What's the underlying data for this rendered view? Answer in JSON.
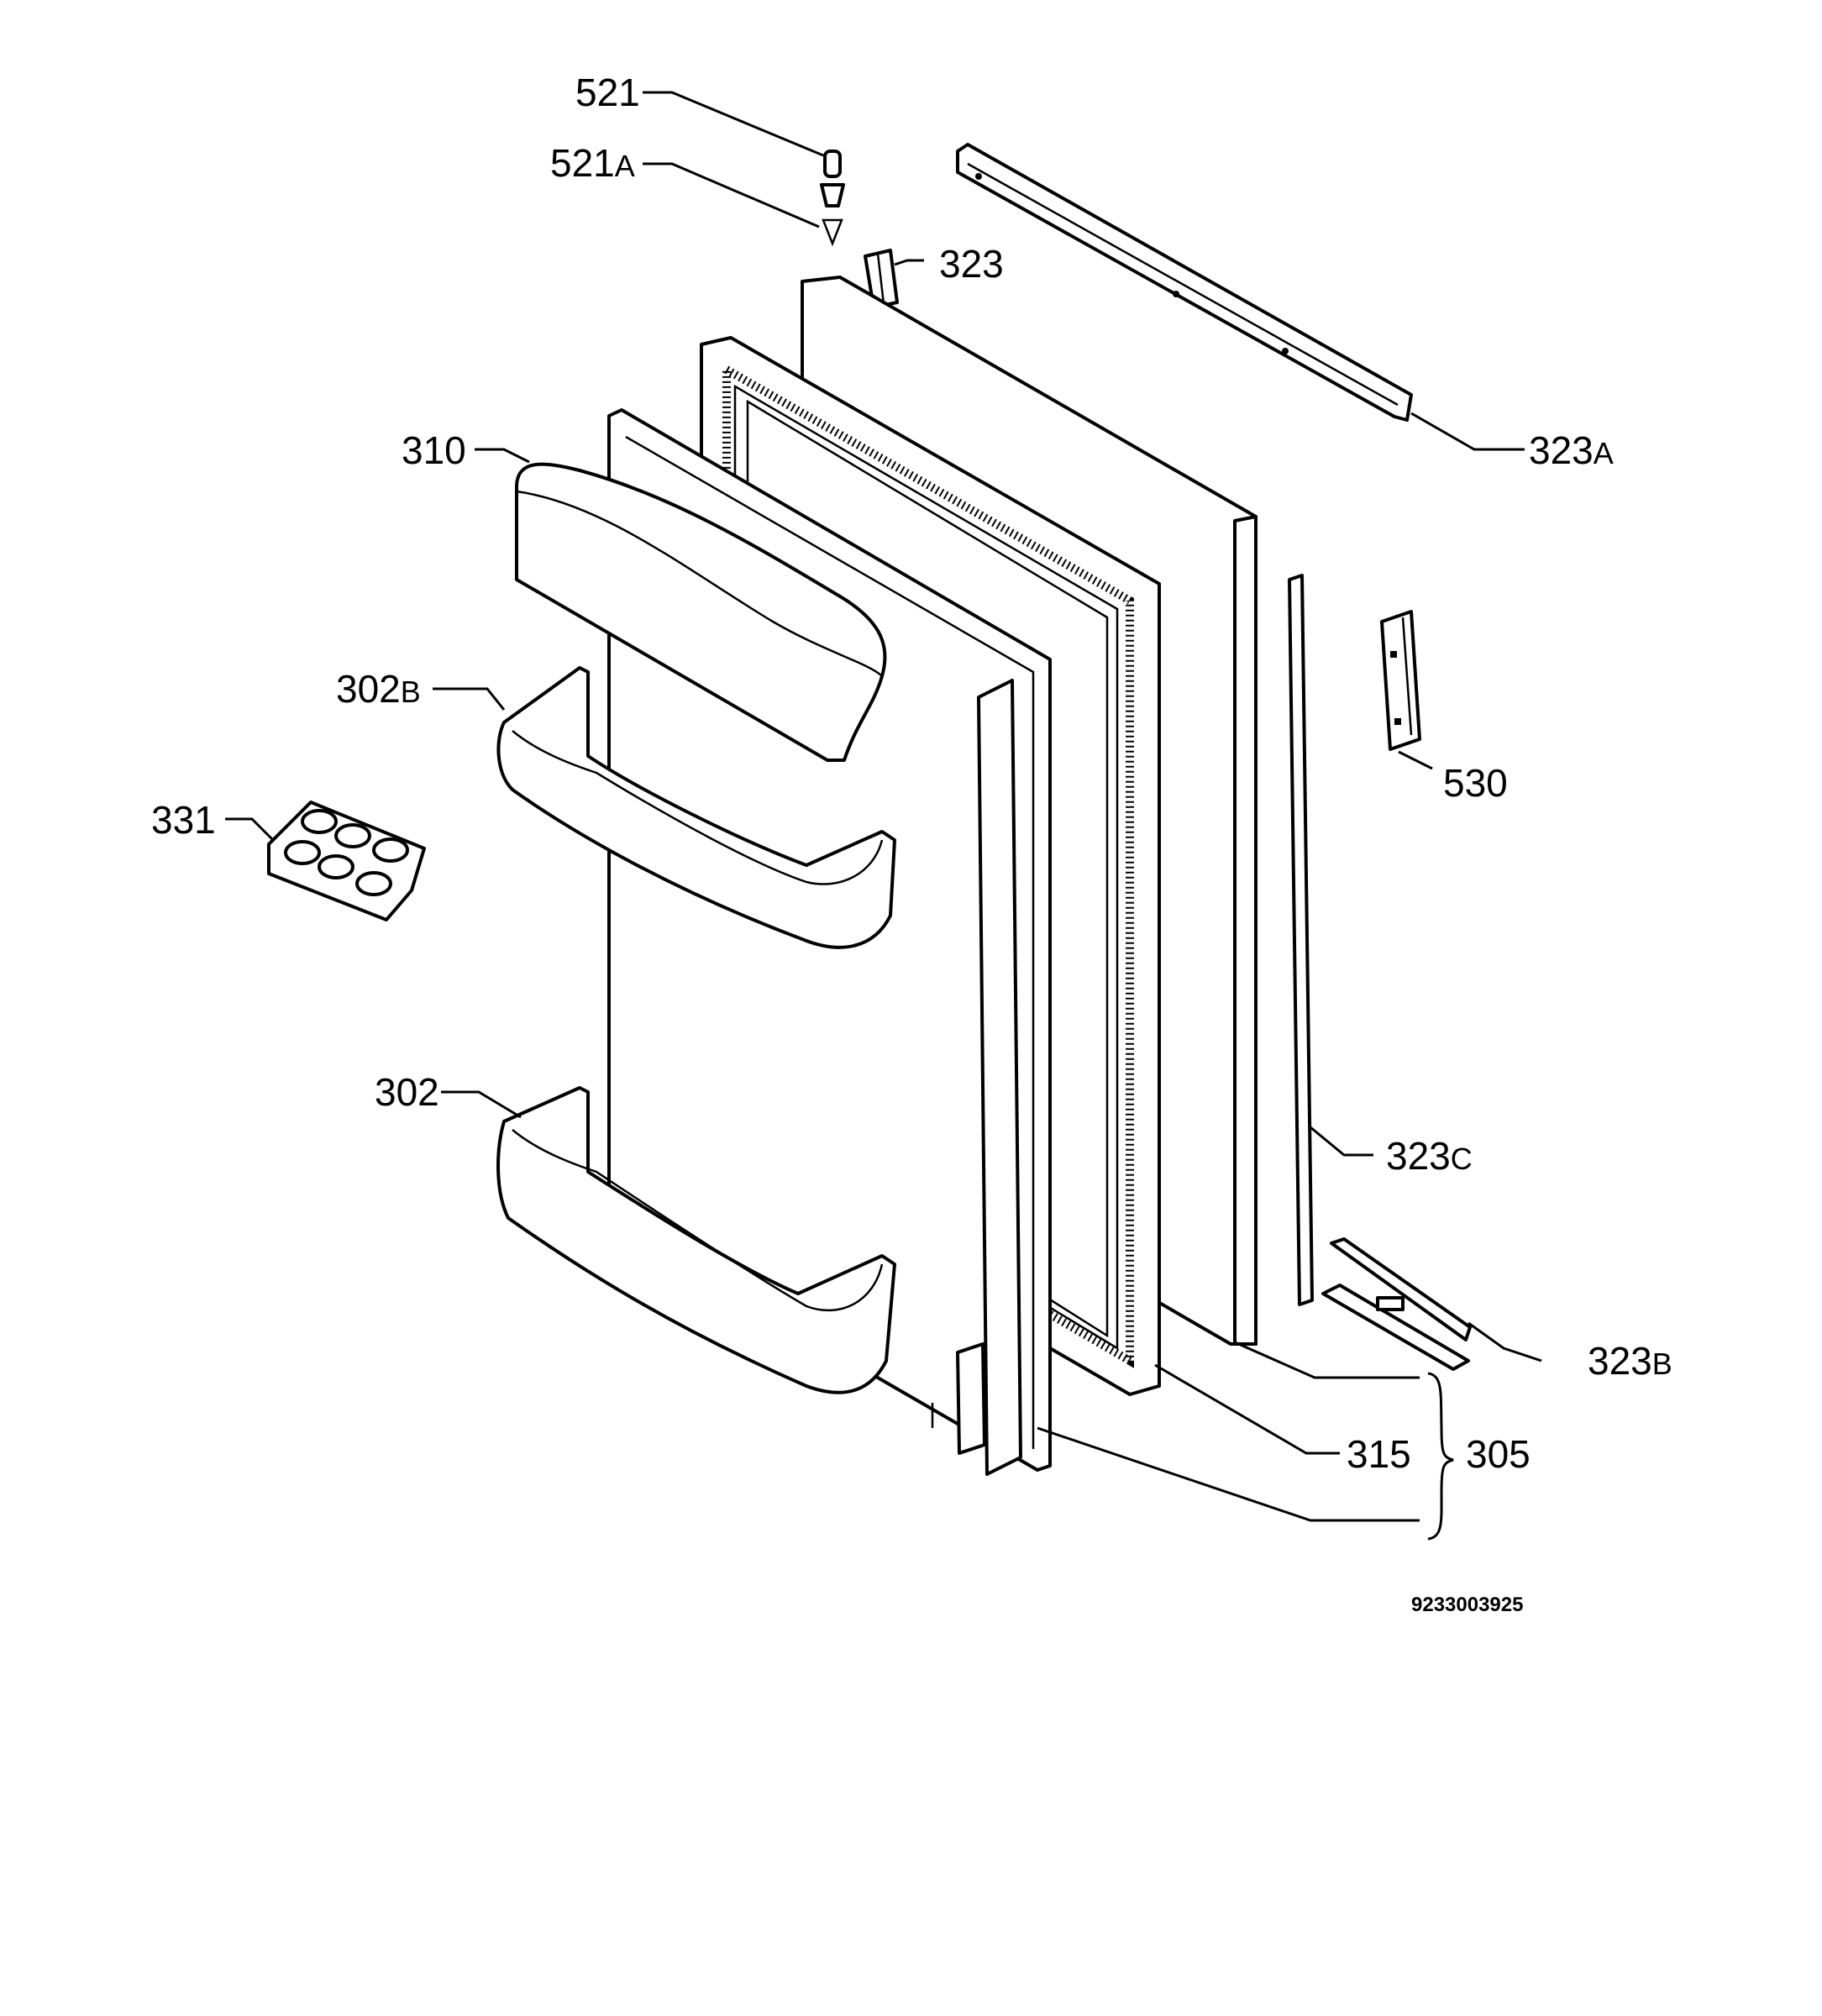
{
  "labels": {
    "p521": {
      "num": "521",
      "suffix": ""
    },
    "p521a": {
      "num": "521",
      "suffix": "A"
    },
    "p323": {
      "num": "323",
      "suffix": ""
    },
    "p323a": {
      "num": "323",
      "suffix": "A"
    },
    "p310": {
      "num": "310",
      "suffix": ""
    },
    "p302b": {
      "num": "302",
      "suffix": "B"
    },
    "p530": {
      "num": "530",
      "suffix": ""
    },
    "p331": {
      "num": "331",
      "suffix": ""
    },
    "p302": {
      "num": "302",
      "suffix": ""
    },
    "p323c": {
      "num": "323",
      "suffix": "C"
    },
    "p323b": {
      "num": "323",
      "suffix": "B"
    },
    "p315": {
      "num": "315",
      "suffix": ""
    },
    "p305": {
      "num": "305",
      "suffix": ""
    }
  },
  "drawing_code": "9233003925"
}
